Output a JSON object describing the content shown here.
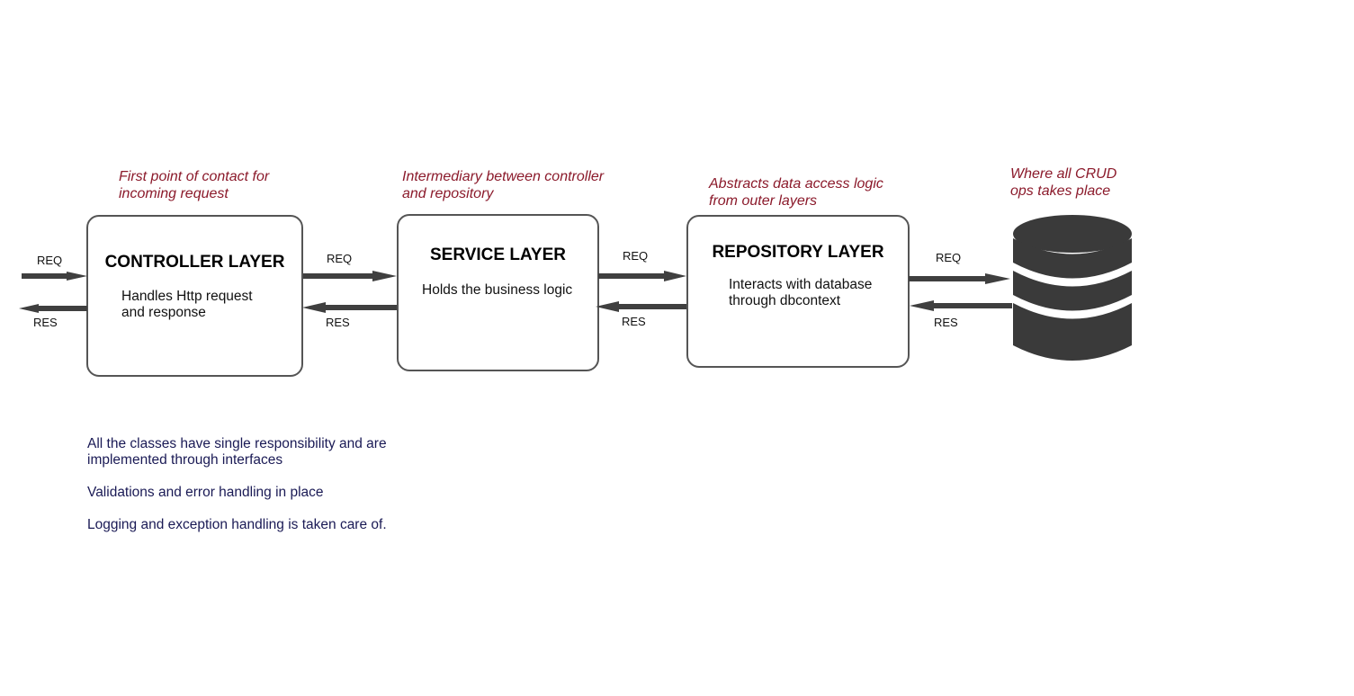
{
  "layers": [
    {
      "title": "CONTROLLER LAYER",
      "description": "Handles Http request\nand response",
      "note": "First point of contact for\nincoming request"
    },
    {
      "title": "SERVICE LAYER",
      "description": "Holds the business logic",
      "note": "Intermediary between controller\nand repository"
    },
    {
      "title": "REPOSITORY LAYER",
      "description": "Interacts with database\nthrough dbcontext",
      "note": "Abstracts data access logic\nfrom outer layers"
    }
  ],
  "database": {
    "icon": "database-icon",
    "note": "Where all CRUD\nops takes place"
  },
  "flow_labels": {
    "request": "REQ",
    "response": "RES"
  },
  "footer_notes": [
    "All the classes have single responsibility and are\nimplemented through interfaces",
    "Validations and error handling in place",
    "Logging and exception handling is taken care of."
  ],
  "colors": {
    "note_text": "#8b1a2b",
    "footer_text": "#1a1a55",
    "arrow": "#3f3f3f",
    "database": "#3a3a3a"
  }
}
